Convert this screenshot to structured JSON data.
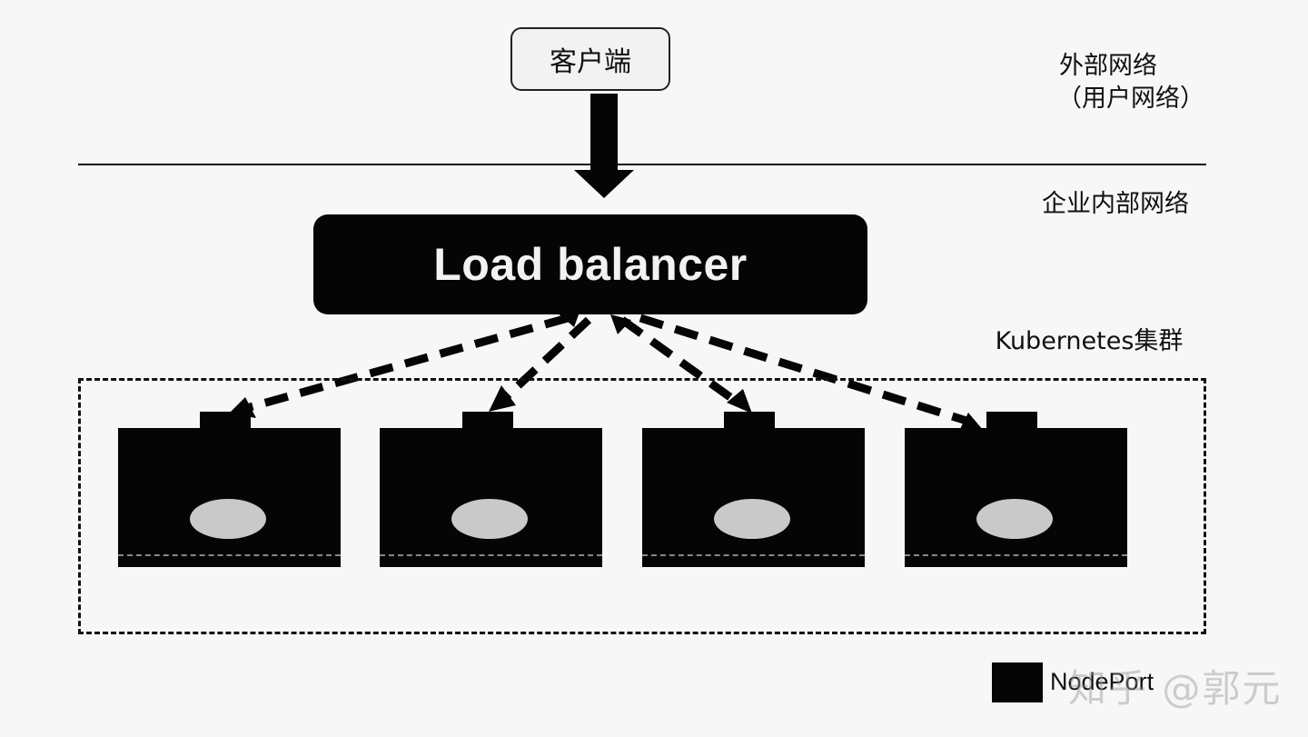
{
  "client": {
    "label": "客户端"
  },
  "zones": {
    "external": "外部网络",
    "external_sub": "（用户网络）",
    "internal": "企业内部网络",
    "cluster": "Kubernetes集群"
  },
  "load_balancer": {
    "label": "Load balancer"
  },
  "nodes": [
    {
      "id": "node-1"
    },
    {
      "id": "node-2"
    },
    {
      "id": "node-3"
    },
    {
      "id": "node-4"
    }
  ],
  "legend": {
    "label": "NodePort"
  },
  "watermark": {
    "text": "知乎 @郭元"
  },
  "colors": {
    "fill": "#050505",
    "pod": "#c9c9c9",
    "background": "#f7f7f7"
  }
}
